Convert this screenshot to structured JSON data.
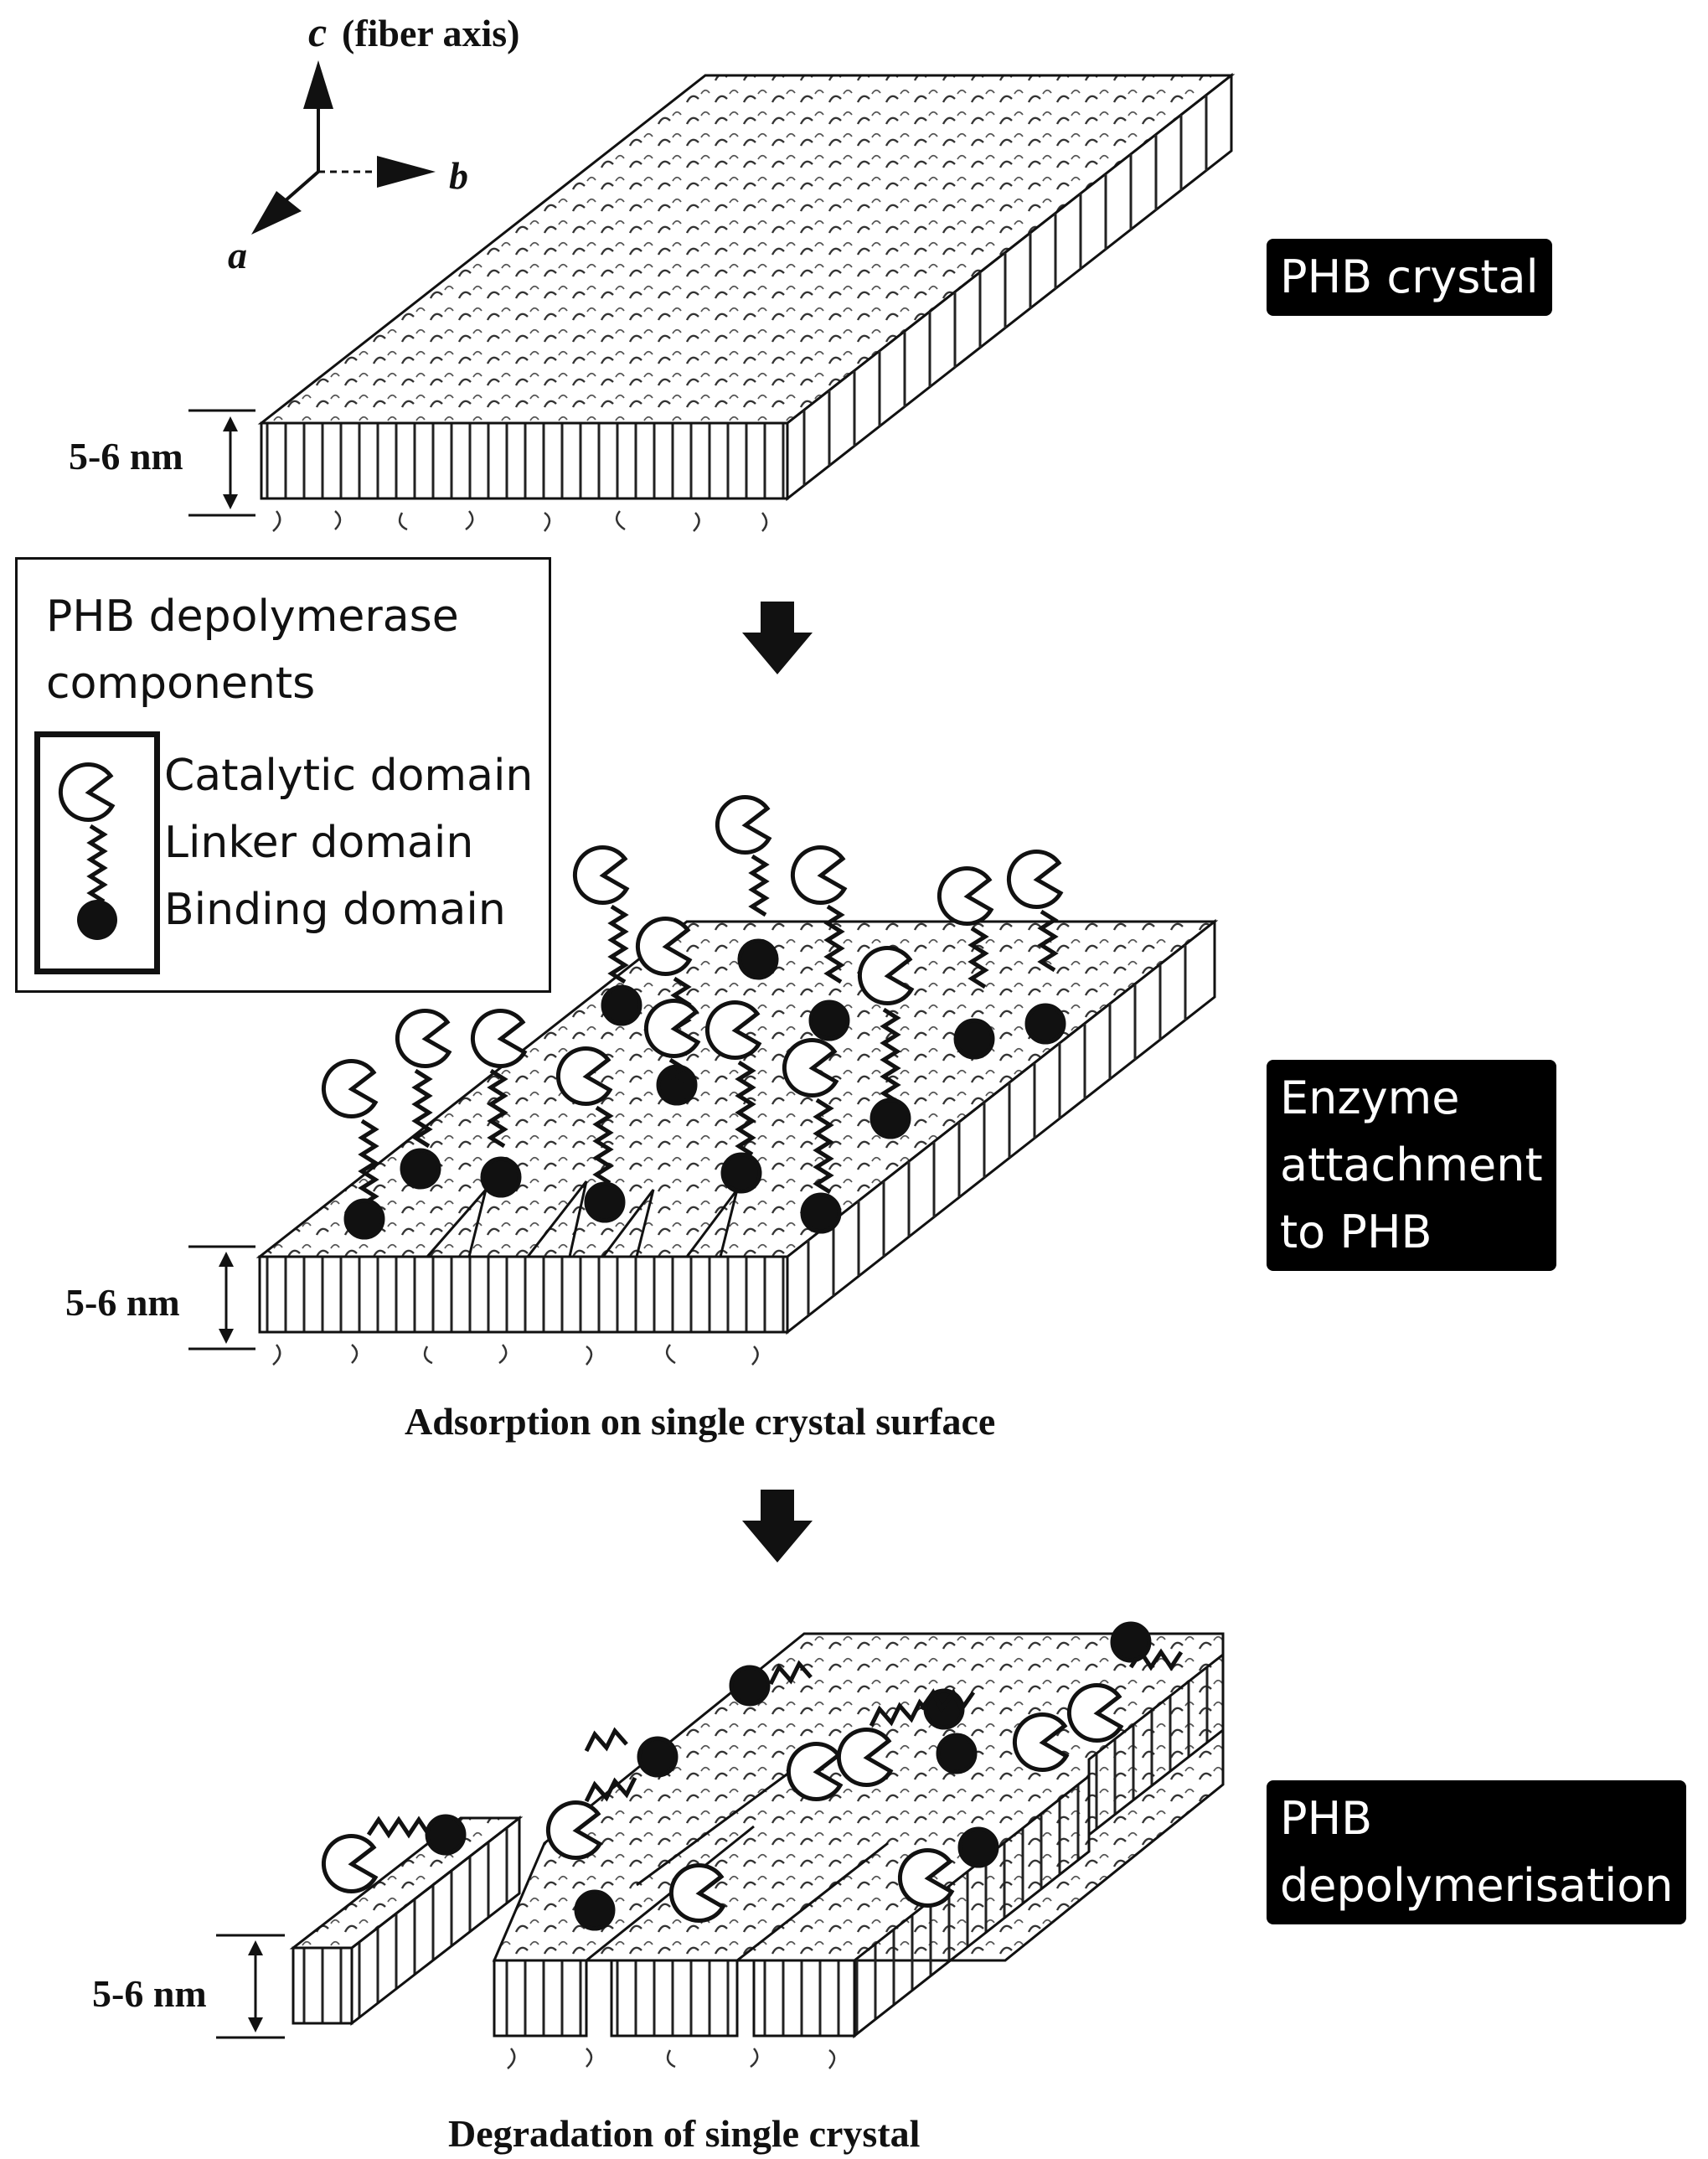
{
  "axes": {
    "c_letter": "c",
    "c_suffix": "(fiber axis)",
    "a": "a",
    "b": "b"
  },
  "stages": [
    {
      "label_lines": [
        "PHB crystal"
      ],
      "thickness": "5-6 nm",
      "caption": ""
    },
    {
      "label_lines": [
        "Enzyme",
        "attachment",
        "to PHB"
      ],
      "thickness": "5-6 nm",
      "caption": "Adsorption on single crystal surface"
    },
    {
      "label_lines": [
        "PHB",
        "depolymerisation"
      ],
      "thickness": "5-6 nm",
      "caption": "Degradation of single crystal"
    }
  ],
  "legend": {
    "title_line1": "PHB depolymerase",
    "title_line2": "components",
    "items": [
      "Catalytic domain",
      "Linker domain",
      "Binding domain"
    ]
  }
}
